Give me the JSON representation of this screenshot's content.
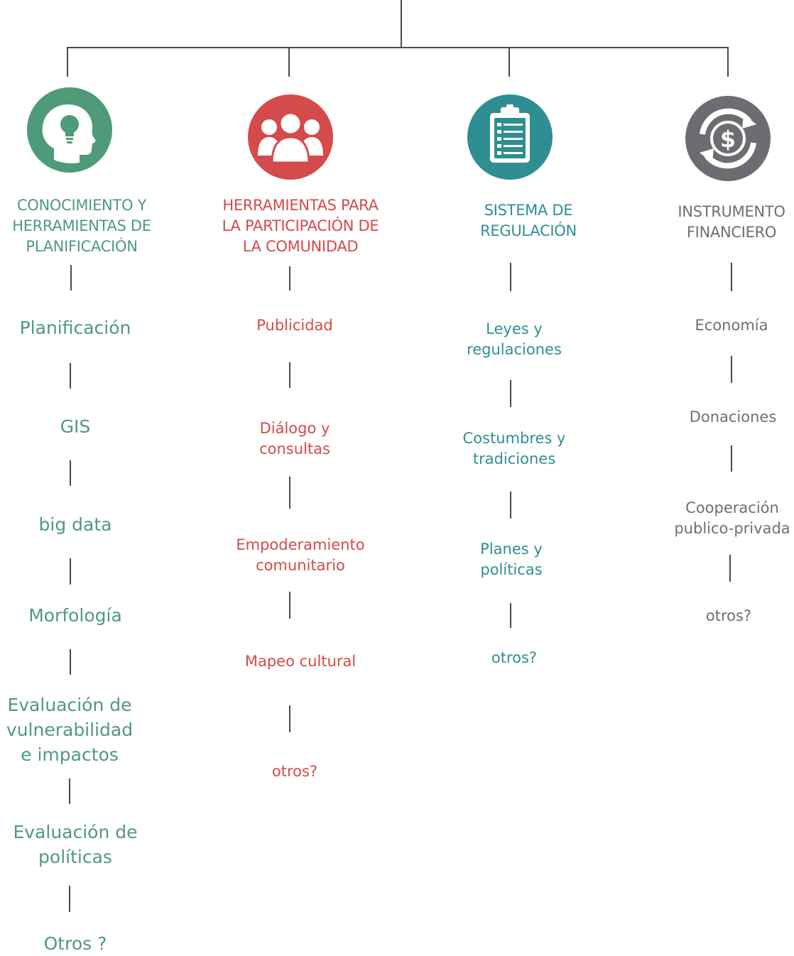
{
  "diagram": {
    "colors": {
      "knowledge": "#4f9a78",
      "community": "#d54a4a",
      "regulation": "#2f8e92",
      "finance": "#6f6f6f",
      "connector": "#4a4a4a"
    },
    "columns": [
      {
        "icon": "head-lightbulb-icon",
        "title": "CONOCIMIENTO Y\nHERRAMIENTAS DE\nPLANIFICACIÓN",
        "items": [
          "Planificación",
          "GIS",
          "big data",
          "Morfología",
          "Evaluación de\nvulnerabilidad\ne impactos",
          "Evaluación de\npolíticas",
          "Otros ?"
        ]
      },
      {
        "icon": "people-group-icon",
        "title": "HERRAMIENTAS PARA\nLA PARTICIPACIÓN DE\nLA COMUNIDAD",
        "items": [
          "Publicidad",
          "Diálogo y\nconsultas",
          "Empoderamiento\ncomunitario",
          "Mapeo cultural",
          "otros?"
        ]
      },
      {
        "icon": "clipboard-list-icon",
        "title": "SISTEMA DE\nREGULACIÓN",
        "items": [
          "Leyes y\nregulaciones",
          "Costumbres y\ntradiciones",
          "Planes y\npolíticas",
          "otros?"
        ]
      },
      {
        "icon": "dollar-cycle-icon",
        "title": "INSTRUMENTO\nFINANCIERO",
        "items": [
          "Economía",
          "Donaciones",
          "Cooperación\npublico-privada",
          "otros?"
        ]
      }
    ]
  }
}
